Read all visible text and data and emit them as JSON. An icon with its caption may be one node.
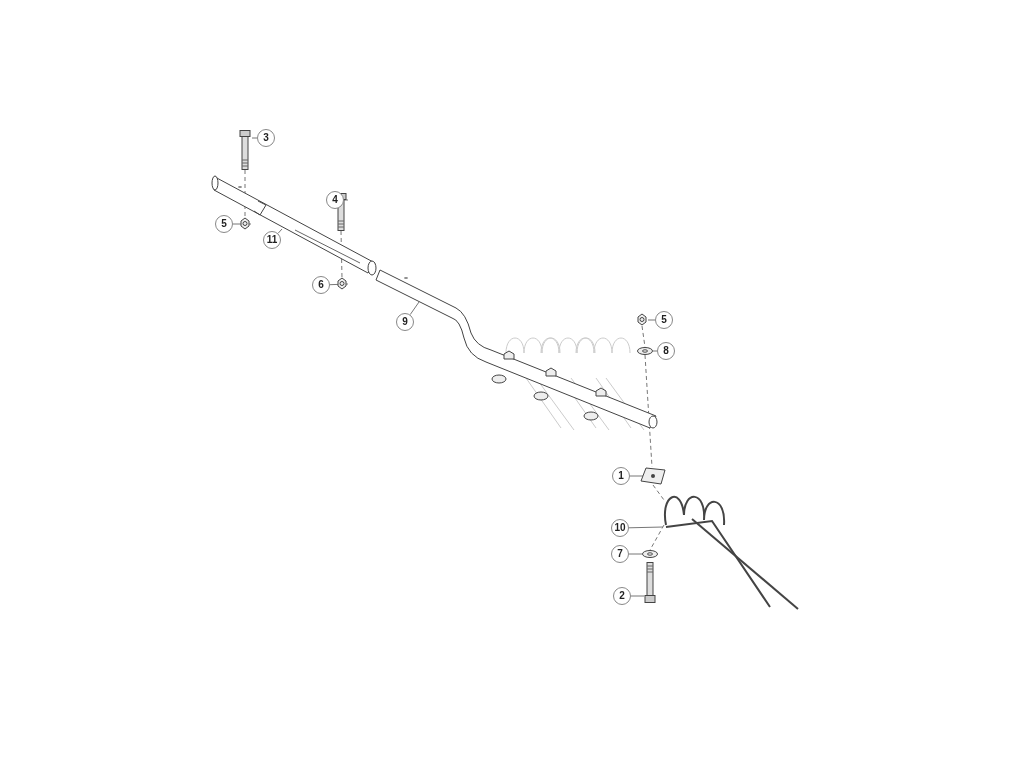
{
  "diagram": {
    "nodes": [
      {
        "text": [
          "3"
        ]
      },
      {
        "text": [],
        "shape": "picture"
      },
      {
        "text": [
          "4"
        ]
      },
      {
        "text": [],
        "shape": "picture"
      },
      {
        "text": [
          "5"
        ]
      },
      {
        "text": [],
        "shape": "picture"
      },
      {
        "text": [
          "11"
        ]
      },
      {
        "text": [],
        "shape": "picture"
      },
      {
        "text": [
          "6"
        ]
      },
      {
        "text": [],
        "shape": "picture"
      },
      {
        "text": [
          "9"
        ]
      },
      {
        "text": [],
        "shape": "picture"
      },
      {
        "text": [
          "5"
        ]
      },
      {
        "text": [],
        "shape": "picture"
      },
      {
        "text": [
          "8"
        ]
      },
      {
        "text": [],
        "shape": "picture"
      },
      {
        "text": [
          "1"
        ]
      },
      {
        "text": [],
        "shape": "picture"
      },
      {
        "text": [
          "10"
        ]
      },
      {
        "text": [],
        "shape": "picture"
      },
      {
        "text": [
          "7"
        ]
      },
      {
        "text": [],
        "shape": "picture"
      },
      {
        "text": [
          "2"
        ]
      },
      {
        "text": [],
        "shape": "picture"
      }
    ],
    "edges": [
      {
        "from": 0,
        "to": 1,
        "arrow": "none"
      },
      {
        "from": 2,
        "to": 3,
        "arrow": "none"
      },
      {
        "from": 4,
        "to": 5,
        "arrow": "none"
      },
      {
        "from": 6,
        "to": 7,
        "arrow": "none"
      },
      {
        "from": 8,
        "to": 9,
        "arrow": "none"
      },
      {
        "from": 10,
        "to": 11,
        "arrow": "none"
      },
      {
        "from": 12,
        "to": 13,
        "arrow": "none"
      },
      {
        "from": 14,
        "to": 15,
        "arrow": "none"
      },
      {
        "from": 16,
        "to": 17,
        "arrow": "none"
      },
      {
        "from": 18,
        "to": 19,
        "arrow": "none"
      },
      {
        "from": 20,
        "to": 21,
        "arrow": "none"
      },
      {
        "from": 22,
        "to": 23,
        "arrow": "none"
      },
      {
        "from": 1,
        "to": 5,
        "arrow": "none",
        "style": "dashed"
      },
      {
        "from": 3,
        "to": 9,
        "arrow": "none",
        "style": "dashed"
      },
      {
        "from": 13,
        "to": 15,
        "arrow": "none",
        "style": "dashed"
      },
      {
        "from": 15,
        "to": 17,
        "arrow": "none",
        "style": "dashed"
      },
      {
        "from": 17,
        "to": 19,
        "arrow": "none",
        "style": "dashed"
      },
      {
        "from": 19,
        "to": 21,
        "arrow": "none",
        "style": "dashed"
      }
    ]
  }
}
